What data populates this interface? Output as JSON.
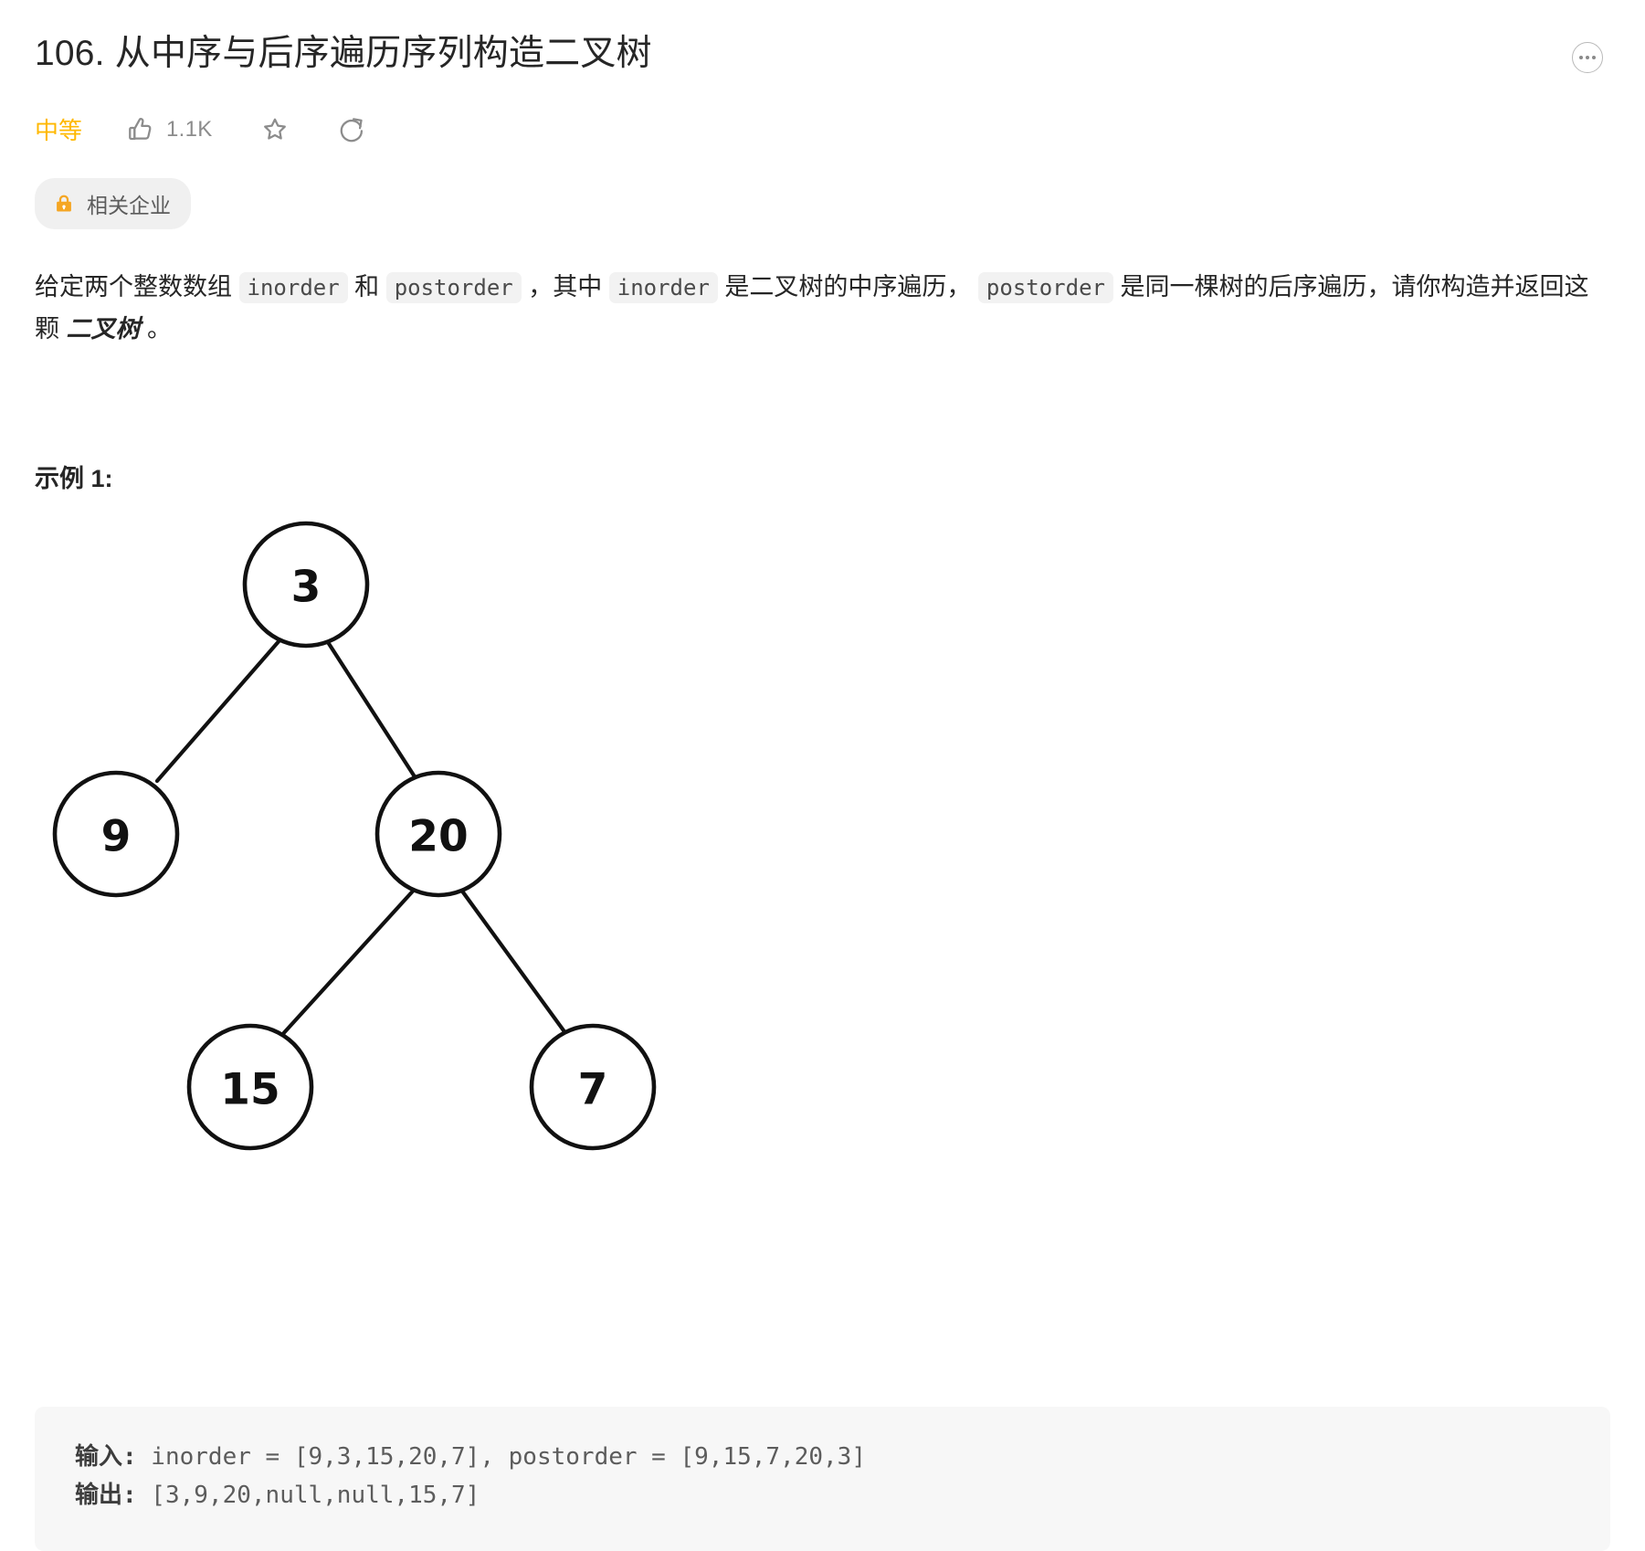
{
  "header": {
    "title": "106. 从中序与后序遍历序列构造二叉树",
    "more_icon": "ellipsis-icon"
  },
  "meta": {
    "difficulty": "中等",
    "difficulty_color": "#ffb800",
    "like": {
      "icon": "thumbs-up-icon",
      "count": "1.1K"
    },
    "favorite": {
      "icon": "star-icon"
    },
    "share": {
      "icon": "share-icon"
    }
  },
  "badge": {
    "icon": "lock-icon",
    "label": "相关企业",
    "icon_color": "#f5a623",
    "background": "#f0f0f0"
  },
  "description": {
    "t1": "给定两个整数数组 ",
    "code1": "inorder",
    "t2": " 和 ",
    "code2": "postorder",
    "t3": " ，其中 ",
    "code3": "inorder",
    "t4": " 是二叉树的中序遍历， ",
    "code4": "postorder",
    "t5": " 是同一棵树的后序遍历，请你构造并返回这颗 ",
    "emphasis": "二叉树",
    "t6": " 。"
  },
  "example": {
    "heading": "示例 1:",
    "tree": {
      "root": "3",
      "nodes": [
        "3",
        "9",
        "20",
        "15",
        "7"
      ],
      "labels": {
        "n3": "3",
        "n9": "9",
        "n20": "20",
        "n15": "15",
        "n7": "7"
      }
    },
    "code": {
      "input_label": "输入:",
      "input_value": " inorder = [9,3,15,20,7], postorder = [9,15,7,20,3]",
      "output_label": "输出:",
      "output_value": " [3,9,20,null,null,15,7]"
    }
  }
}
